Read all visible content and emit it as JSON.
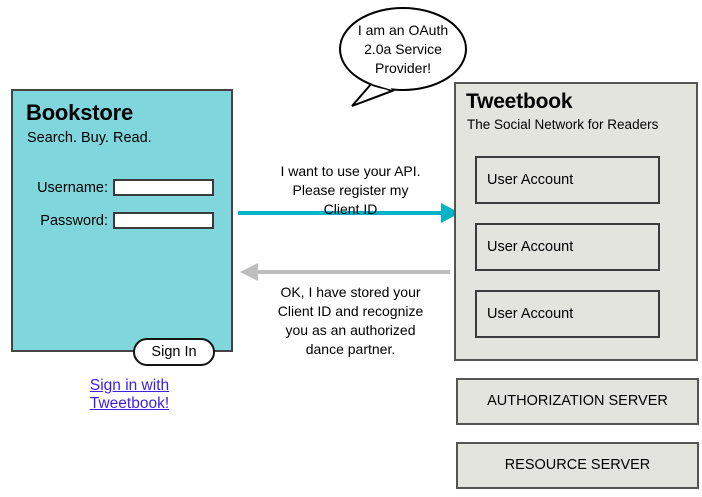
{
  "diagram": {
    "title": "OAuth 2.0a client/service-provider registration",
    "colors": {
      "client_panel_bg": "#7FD6DC",
      "provider_panel_bg": "#E4E4DE",
      "request_arrow": "#00B3C6",
      "response_arrow": "#BDBDBD",
      "link_text": "#3A1FE4",
      "border": "#444444"
    }
  },
  "client": {
    "title": "Bookstore",
    "tagline": "Search. Buy. Read.",
    "fields": [
      {
        "label": "Username:",
        "value": "",
        "placeholder": ""
      },
      {
        "label": "Password:",
        "value": "",
        "placeholder": ""
      }
    ],
    "signin_button": "Sign In",
    "oauth_link_line1": "Sign in with",
    "oauth_link_line2": "Tweetbook!"
  },
  "provider": {
    "title": "Tweetbook",
    "tagline": "The Social Network for Readers",
    "accounts": [
      {
        "label": "User Account"
      },
      {
        "label": "User Account"
      },
      {
        "label": "User Account"
      }
    ],
    "servers": [
      {
        "label": "AUTHORIZATION SERVER"
      },
      {
        "label": "RESOURCE SERVER"
      }
    ]
  },
  "speech_bubble": {
    "line1": "I am an OAuth",
    "line2": "2.0a Service",
    "line3": "Provider!"
  },
  "messages": {
    "request": {
      "line1": "I want to use your API.",
      "line2": "Please register my",
      "line3": "Client ID"
    },
    "response": {
      "line1": "OK, I have stored your",
      "line2": "Client ID and recognize",
      "line3": "you as an authorized",
      "line4": "dance partner."
    }
  }
}
